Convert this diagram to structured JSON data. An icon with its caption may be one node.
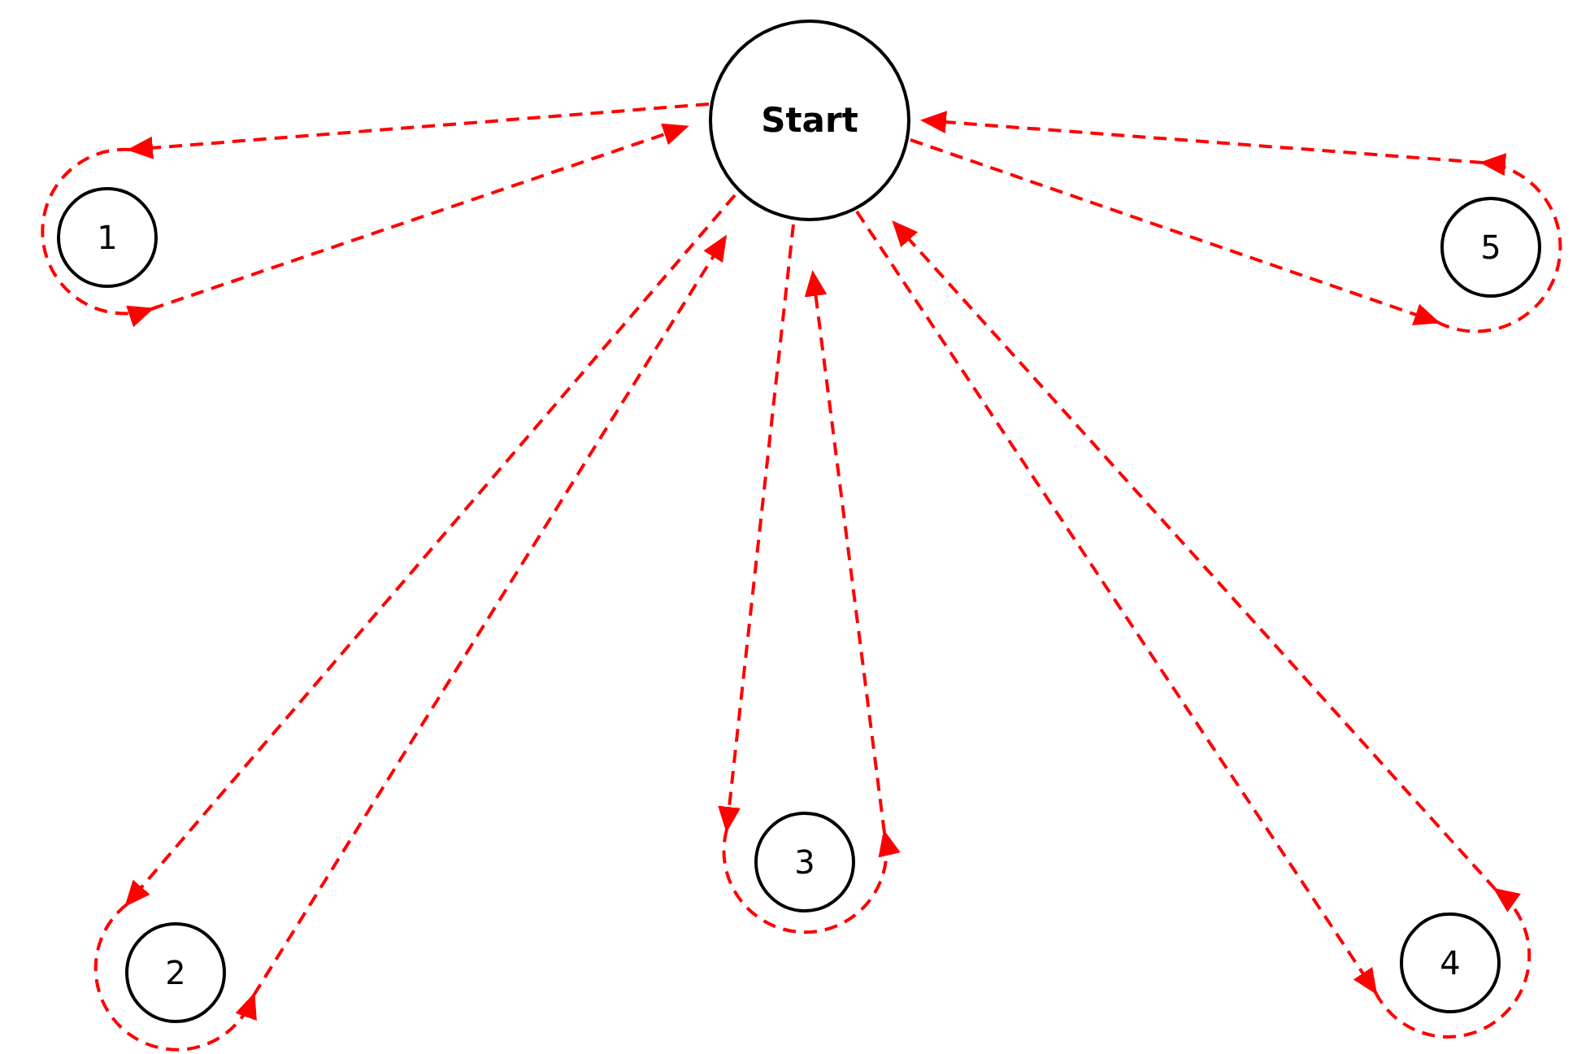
{
  "diagram": {
    "nodes": [
      {
        "text": [
          "Start"
        ]
      },
      {
        "text": [
          "1"
        ]
      },
      {
        "text": [
          "2"
        ]
      },
      {
        "text": [
          "3"
        ]
      },
      {
        "text": [
          "4"
        ]
      },
      {
        "text": [
          "5"
        ]
      }
    ],
    "edges": [
      {
        "from": 0,
        "to": 1,
        "arrow": "to"
      },
      {
        "from": 1,
        "to": 1,
        "arrow": "to"
      },
      {
        "from": 1,
        "to": 0,
        "arrow": "to"
      },
      {
        "from": 0,
        "to": 2,
        "arrow": "to"
      },
      {
        "from": 2,
        "to": 2,
        "arrow": "to"
      },
      {
        "from": 2,
        "to": 0,
        "arrow": "to"
      },
      {
        "from": 0,
        "to": 3,
        "arrow": "to"
      },
      {
        "from": 3,
        "to": 3,
        "arrow": "to"
      },
      {
        "from": 3,
        "to": 0,
        "arrow": "to"
      },
      {
        "from": 0,
        "to": 4,
        "arrow": "to"
      },
      {
        "from": 4,
        "to": 4,
        "arrow": "to"
      },
      {
        "from": 4,
        "to": 0,
        "arrow": "to"
      },
      {
        "from": 0,
        "to": 5,
        "arrow": "to"
      },
      {
        "from": 5,
        "to": 5,
        "arrow": "to"
      },
      {
        "from": 5,
        "to": 0,
        "arrow": "to"
      }
    ]
  }
}
